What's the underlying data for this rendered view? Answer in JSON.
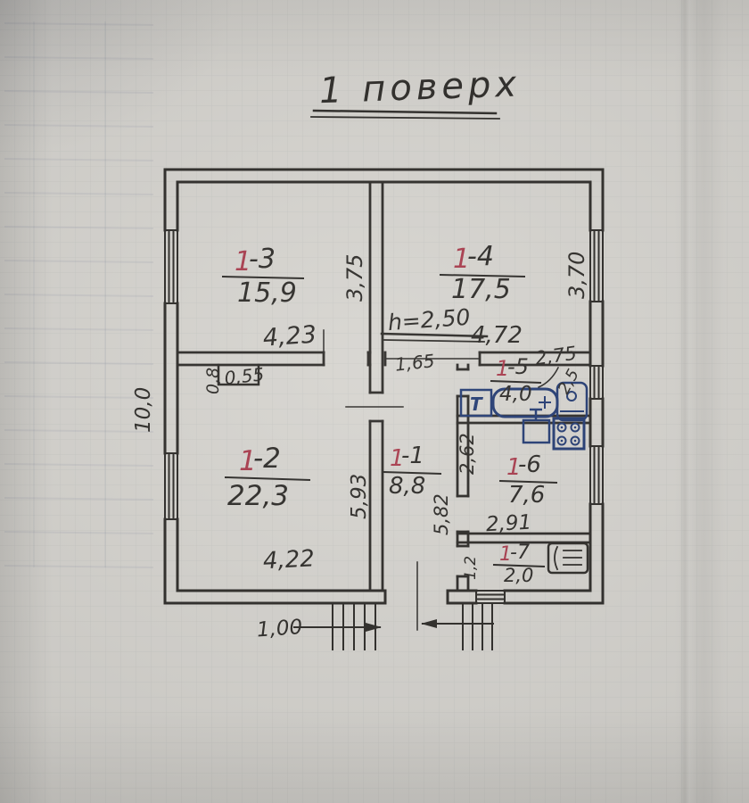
{
  "title": "1 поверх",
  "ink": {
    "black": "#2b2926",
    "red": "#a83a4b",
    "blue": "#223a72"
  },
  "rooms": {
    "r13": {
      "num": "1",
      "suffix": "-3",
      "area": "15,9"
    },
    "r14": {
      "num": "1",
      "suffix": "-4",
      "area": "17,5"
    },
    "r15": {
      "num": "1",
      "suffix": "-5",
      "area": "4,0"
    },
    "r12": {
      "num": "1",
      "suffix": "-2",
      "area": "22,3"
    },
    "r11": {
      "num": "1",
      "suffix": "-1",
      "area": "8,8"
    },
    "r16": {
      "num": "1",
      "suffix": "-6",
      "area": "7,6"
    },
    "r17": {
      "num": "1",
      "suffix": "-7",
      "area": "2,0"
    }
  },
  "dims": {
    "w13": "4,23",
    "h13": "3,75",
    "w14": "4,72",
    "h14": "3,70",
    "door_h": "h=2,50",
    "hall_w": "1,65",
    "bath_w": "2,75",
    "bath_d": "2,5",
    "flue_w": "0,55",
    "flue_d": "0,8",
    "w12": "4,22",
    "h12": "5,93",
    "hall_l": "5,82",
    "kitchen_h": "2,62",
    "kitchen_w": "2,91",
    "r17_d": "1,2",
    "total_h": "10,0",
    "porch": "1,00"
  },
  "fixtures": {
    "heater_label": "Т"
  }
}
